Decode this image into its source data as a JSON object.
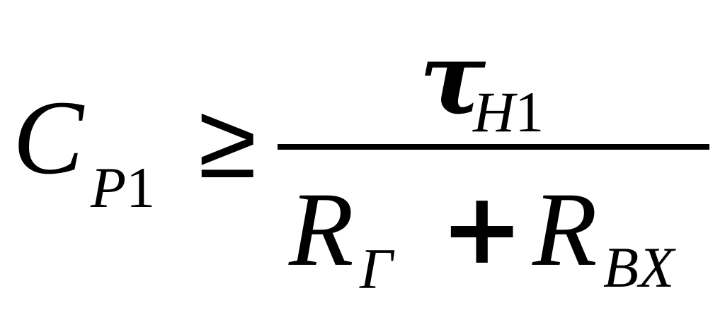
{
  "formula": {
    "lhs": {
      "symbol": "C",
      "subscript_letter": "P",
      "subscript_digit": "1"
    },
    "relation": "≥",
    "numerator": {
      "symbol": "τ",
      "subscript_letter": "H",
      "subscript_digit": "1"
    },
    "denominator": {
      "term1": {
        "symbol": "R",
        "subscript": "Г"
      },
      "operator": "+",
      "term2": {
        "symbol": "R",
        "subscript": "BX"
      }
    }
  }
}
